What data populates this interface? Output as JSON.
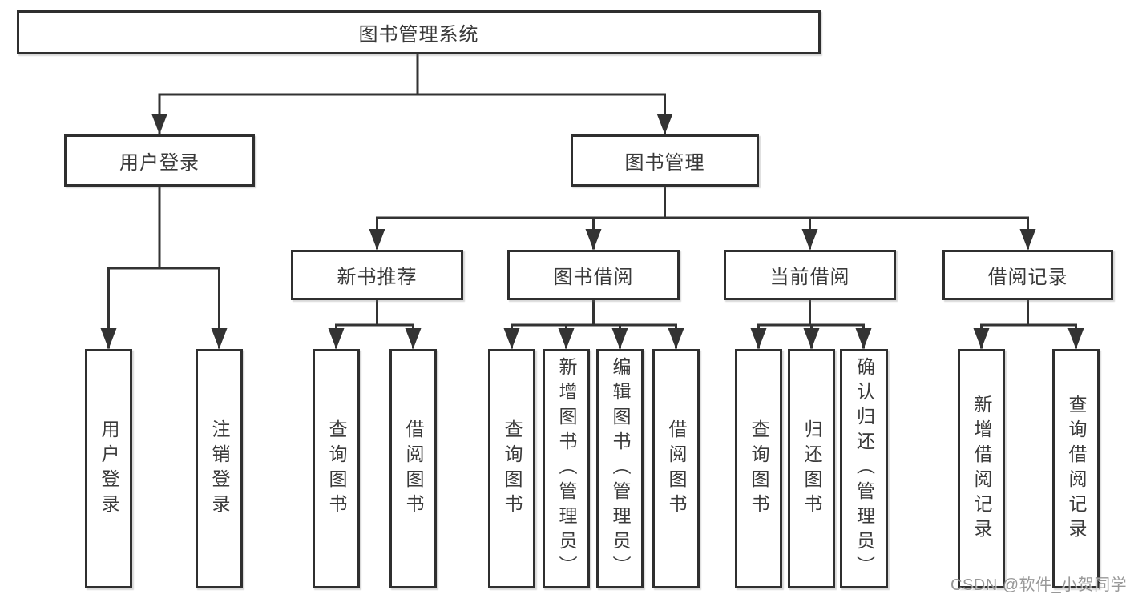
{
  "root": {
    "label": "图书管理系统"
  },
  "level2": [
    {
      "label": "用户登录"
    },
    {
      "label": "图书管理"
    }
  ],
  "level3": [
    {
      "label": "新书推荐"
    },
    {
      "label": "图书借阅"
    },
    {
      "label": "当前借阅"
    },
    {
      "label": "借阅记录"
    }
  ],
  "leaves": {
    "user": [
      "用户登录",
      "注销登录"
    ],
    "newbook": [
      "查询图书",
      "借阅图书"
    ],
    "borrow": [
      "查询图书",
      "新增图书（管理员）",
      "编辑图书（管理员）",
      "借阅图书"
    ],
    "current": [
      "查询图书",
      "归还图书",
      "确认归还（管理员）"
    ],
    "record": [
      "新增借阅记录",
      "查询借阅记录"
    ]
  },
  "watermark": "CSDN @软件_小贺同学",
  "colors": {
    "line": "#333333",
    "border": "#2f2f2f",
    "text": "#3a3a3a",
    "background": "#ffffff",
    "watermark": "#868686"
  }
}
